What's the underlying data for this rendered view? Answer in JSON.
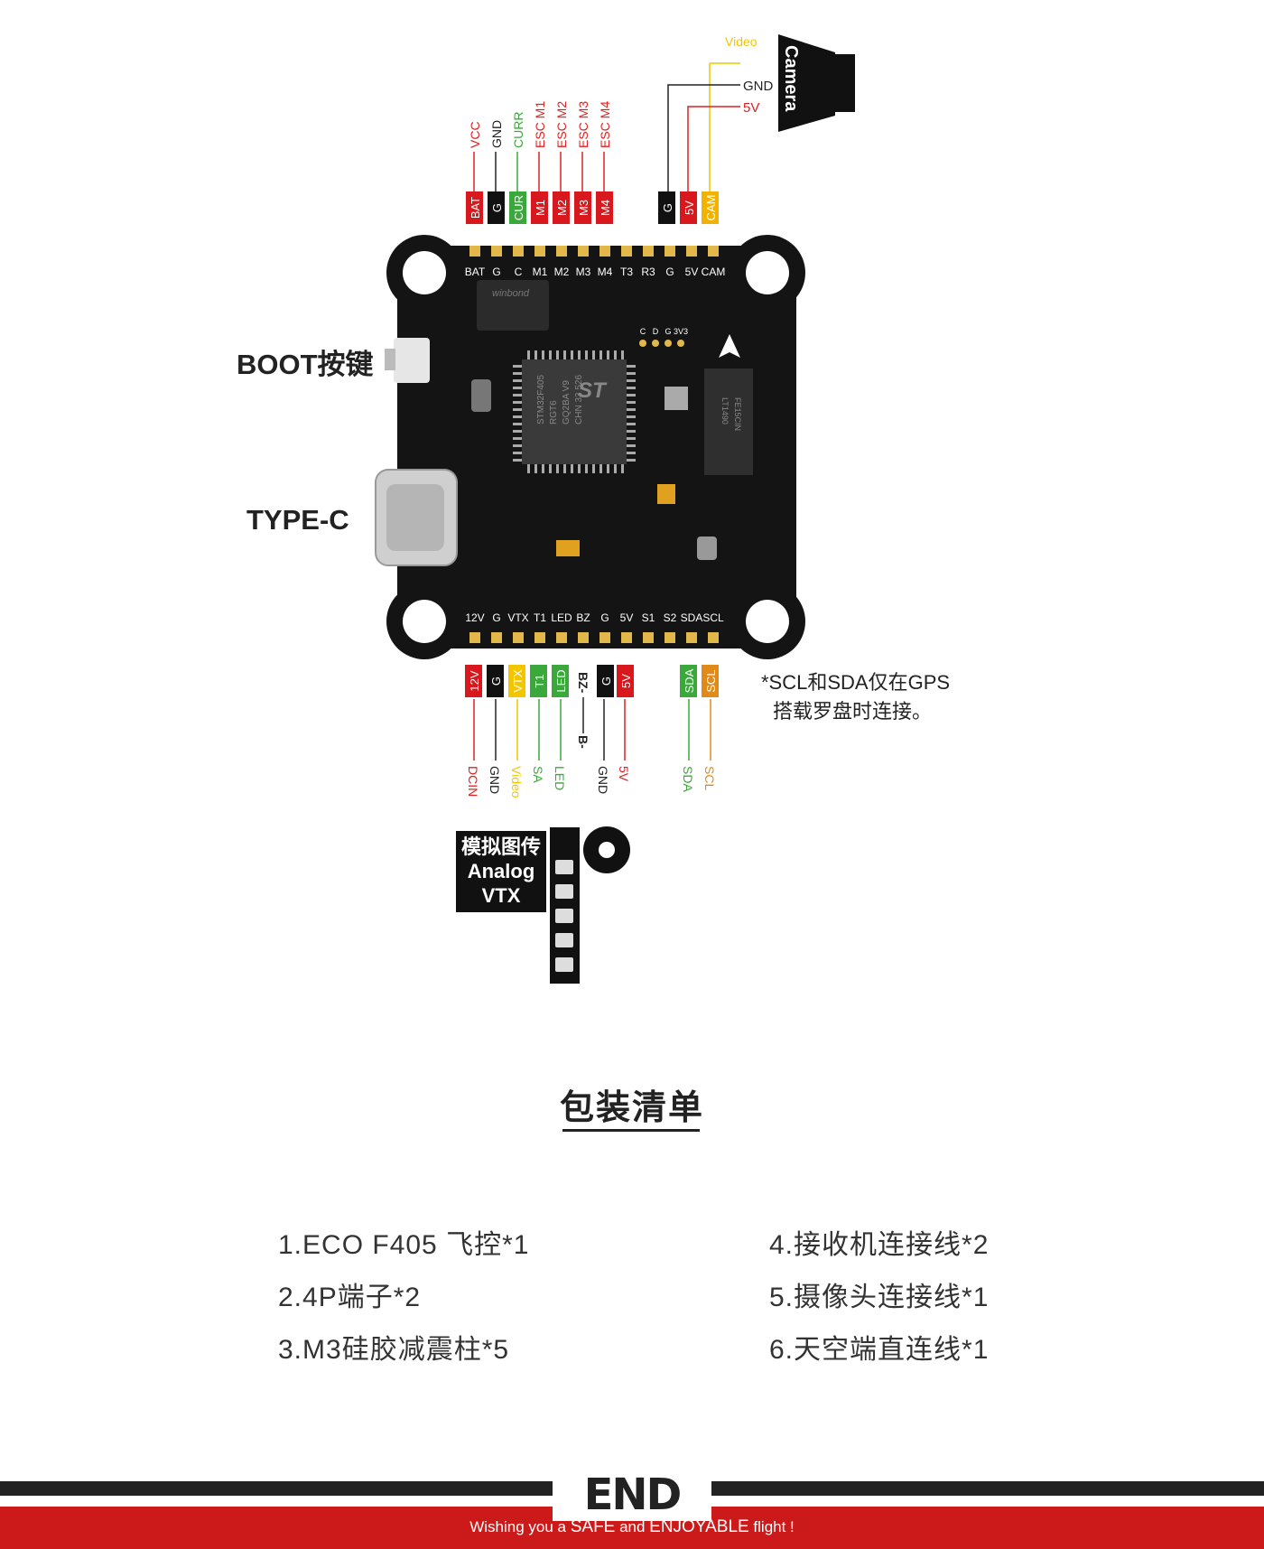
{
  "camera": {
    "label": "Camera",
    "wires": [
      {
        "name": "Video",
        "color": "#f2c500"
      },
      {
        "name": "GND",
        "color": "#222222"
      },
      {
        "name": "5V",
        "color": "#e02020"
      }
    ]
  },
  "top_wire_labels": [
    {
      "text": "VCC",
      "color": "#e02020"
    },
    {
      "text": "GND",
      "color": "#222222"
    },
    {
      "text": "CURR",
      "color": "#3aa83a"
    },
    {
      "text": "ESC M1",
      "color": "#e02020"
    },
    {
      "text": "ESC M2",
      "color": "#e02020"
    },
    {
      "text": "ESC M3",
      "color": "#e02020"
    },
    {
      "text": "ESC M4",
      "color": "#e02020"
    }
  ],
  "top_connector_left": [
    {
      "text": "BAT",
      "color": "#d8181c"
    },
    {
      "text": "G",
      "color": "#111111"
    },
    {
      "text": "CUR",
      "color": "#3aa83a"
    },
    {
      "text": "M1",
      "color": "#d8181c"
    },
    {
      "text": "M2",
      "color": "#d8181c"
    },
    {
      "text": "M3",
      "color": "#d8181c"
    },
    {
      "text": "M4",
      "color": "#d8181c"
    }
  ],
  "top_connector_right": [
    {
      "text": "G",
      "color": "#111111"
    },
    {
      "text": "5V",
      "color": "#d8181c"
    },
    {
      "text": "CAM",
      "color": "#f2b200"
    }
  ],
  "board": {
    "top_pads": [
      "BAT",
      "G",
      "C",
      "M1",
      "M2",
      "M3",
      "M4",
      "T3",
      "R3",
      "G",
      "5V",
      "CAM"
    ],
    "bottom_pads": [
      "12V",
      "G",
      "VTX",
      "T1",
      "LED",
      "BZ",
      "G",
      "5V",
      "S1",
      "S2",
      "SDA",
      "SCL"
    ],
    "side_pads": [
      "C",
      "D",
      "G",
      "3V3"
    ],
    "flash_chip": "winbond",
    "mcu_brand": "ST",
    "mcu_text": [
      "STM32F405",
      "RGT6",
      "GQ2BA V9",
      "CHN 33 526"
    ],
    "gyro_text": [
      "LT1490",
      "FE15CIN"
    ]
  },
  "side_labels": {
    "boot": "BOOT按键",
    "usb": "TYPE-C"
  },
  "bottom_connector_left": [
    {
      "text": "12V",
      "color": "#d8181c"
    },
    {
      "text": "G",
      "color": "#111111"
    },
    {
      "text": "VTX",
      "color": "#f2c500"
    },
    {
      "text": "T1",
      "color": "#3aa83a"
    },
    {
      "text": "LED",
      "color": "#3aa83a"
    }
  ],
  "buzzer_labels": {
    "top": "BZ-",
    "bottom": "B-"
  },
  "bottom_connector_mid": [
    {
      "text": "G",
      "color": "#111111"
    },
    {
      "text": "5V",
      "color": "#d8181c"
    }
  ],
  "bottom_connector_right": [
    {
      "text": "SDA",
      "color": "#3aa83a"
    },
    {
      "text": "SCL",
      "color": "#e08a1a"
    }
  ],
  "bottom_wire_labels": [
    {
      "text": "DCIN",
      "color": "#e02020"
    },
    {
      "text": "GND",
      "color": "#222222"
    },
    {
      "text": "Video",
      "color": "#f2c500"
    },
    {
      "text": "SA",
      "color": "#3aa83a"
    },
    {
      "text": "LED",
      "color": "#3aa83a"
    },
    {
      "text": "GND",
      "color": "#222222"
    },
    {
      "text": "5V",
      "color": "#e02020"
    },
    {
      "text": "SDA",
      "color": "#3aa83a"
    },
    {
      "text": "SCL",
      "color": "#e08a1a"
    }
  ],
  "note": {
    "line1": "*SCL和SDA仅在GPS",
    "line2": "搭载罗盘时连接。"
  },
  "vtx": {
    "line1": "模拟图传",
    "line2": "Analog",
    "line3": "VTX"
  },
  "packing": {
    "title": "包装清单",
    "items_left": [
      "1.ECO F405 飞控*1",
      "2.4P端子*2",
      "3.M3硅胶减震柱*5"
    ],
    "items_right": [
      "4.接收机连接线*2",
      "5.摄像头连接线*1",
      "6.天空端直连线*1"
    ]
  },
  "footer": {
    "logo": "END",
    "slogan_1": "Wishing you a ",
    "slogan_2": "SAFE",
    "slogan_3": " and ",
    "slogan_4": "ENJOYABLE",
    "slogan_5": " flight !"
  }
}
